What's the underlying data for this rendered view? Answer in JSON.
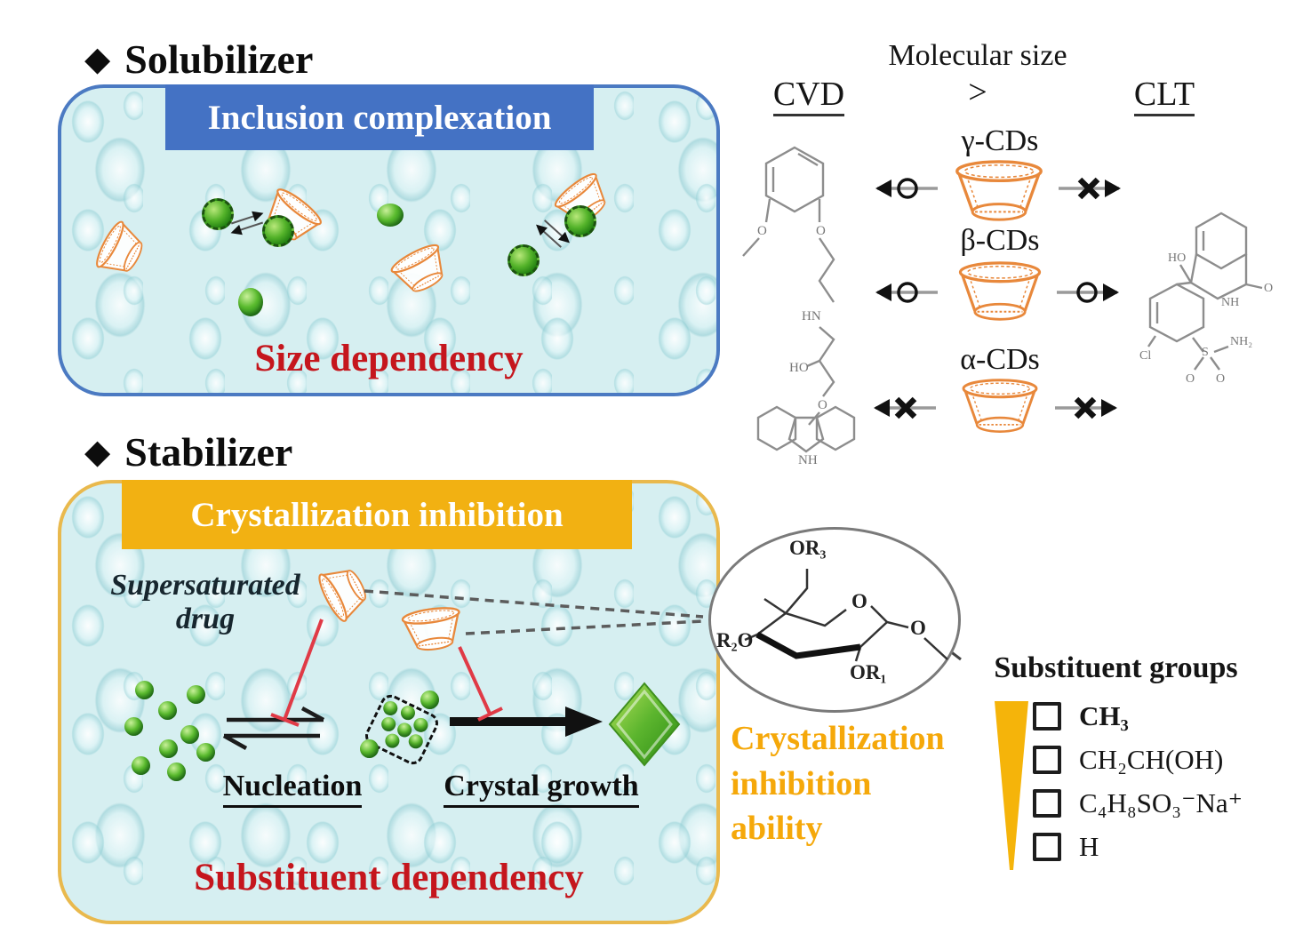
{
  "solubilizer": {
    "bullet": "◆",
    "heading": "Solubilizer",
    "banner": "Inclusion complexation",
    "caption": "Size dependency"
  },
  "stabilizer": {
    "bullet": "◆",
    "heading": "Stabilizer",
    "banner": "Crystallization inhibition",
    "supersaturated_line1": "Supersaturated",
    "supersaturated_line2": "drug",
    "nucleation": "Nucleation",
    "crystal_growth": "Crystal growth",
    "caption": "Substituent dependency"
  },
  "size_comparison": {
    "left_drug": "CVD",
    "criterion": "Molecular size",
    "operator": ">",
    "right_drug": "CLT",
    "rows": [
      {
        "label": "γ-CDs",
        "cvd_result": "circle",
        "clt_result": "cross"
      },
      {
        "label": "β-CDs",
        "cvd_result": "circle",
        "clt_result": "circle"
      },
      {
        "label": "α-CDs",
        "cvd_result": "cross",
        "clt_result": "cross"
      }
    ]
  },
  "glucose_unit": {
    "or3": "OR₃",
    "ring_o": "O",
    "side_o": "O",
    "r2o": "R₂O",
    "or1": "OR₁"
  },
  "substituents": {
    "heading": "Substituent groups",
    "items": [
      "CH₃",
      "CH₂CH(OH)",
      "C₄H₈SO₃⁻Na⁺",
      "H"
    ],
    "ability": [
      "Crystallization",
      "inhibition",
      "ability"
    ]
  },
  "cvd_atom_labels": {
    "o1": "O",
    "o2": "O",
    "hn": "HN",
    "ho": "HO",
    "o3": "O",
    "nh": "NH"
  },
  "clt_atom_labels": {
    "ho": "HO",
    "nh": "NH",
    "o1": "O",
    "cl": "Cl",
    "s": "S",
    "o2": "O",
    "o3": "O",
    "nh2": "NH₂"
  },
  "colors": {
    "banner_blue": "#4472C4",
    "border_blue": "#4B7AC2",
    "banner_gold": "#F2B112",
    "border_gold": "#E9B94D",
    "accent_red": "#C5161D",
    "ability_orange": "#F5A80A",
    "cyclodextrin_orange": "#E8883B",
    "drug_green": "#2E8B1E"
  }
}
